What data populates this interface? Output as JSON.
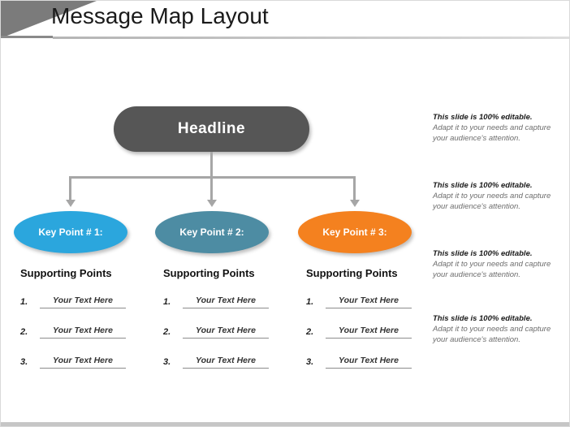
{
  "slide": {
    "title": "Message Map Layout"
  },
  "headline": {
    "label": "Headline"
  },
  "key_points": [
    {
      "label": "Key Point # 1:",
      "color": "#2ba6dd"
    },
    {
      "label": "Key Point # 2:",
      "color": "#4d8ca3"
    },
    {
      "label": "Key Point # 3:",
      "color": "#f4811f"
    }
  ],
  "support_columns": [
    {
      "title": "Supporting Points",
      "rows": [
        {
          "number": "1.",
          "value": "Your Text Here"
        },
        {
          "number": "2.",
          "value": "Your Text Here"
        },
        {
          "number": "3.",
          "value": "Your Text Here"
        }
      ]
    },
    {
      "title": "Supporting Points",
      "rows": [
        {
          "number": "1.",
          "value": "Your Text Here"
        },
        {
          "number": "2.",
          "value": "Your Text Here"
        },
        {
          "number": "3.",
          "value": "Your Text Here"
        }
      ]
    },
    {
      "title": "Supporting Points",
      "rows": [
        {
          "number": "1.",
          "value": "Your Text Here"
        },
        {
          "number": "2.",
          "value": "Your Text Here"
        },
        {
          "number": "3.",
          "value": "Your Text Here"
        }
      ]
    }
  ],
  "notes": [
    {
      "heading": "This slide is 100% editable.",
      "body": "Adapt it to your needs and capture your audience's attention."
    },
    {
      "heading": "This slide is 100% editable.",
      "body": "Adapt it to your needs and capture your audience's attention."
    },
    {
      "heading": "This slide is 100% editable.",
      "body": "Adapt it to your needs and capture your audience's attention."
    },
    {
      "heading": "This slide is 100% editable.",
      "body": "Adapt it to your needs and capture your audience's attention."
    }
  ],
  "theme": {
    "headline_bg": "#565656",
    "connector": "#a6a6a6",
    "corner_triangle": "#7b7b7b",
    "footer_bar": "#c6c6c6"
  }
}
